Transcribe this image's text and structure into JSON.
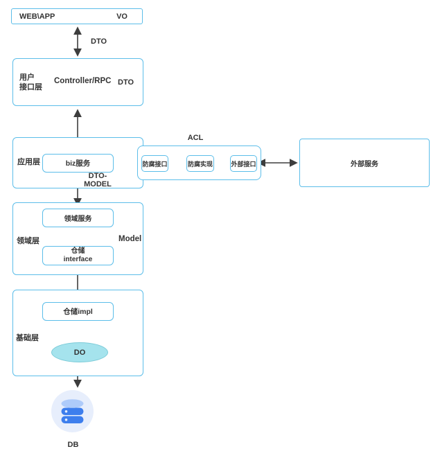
{
  "colors": {
    "box_border": "#5bbde9",
    "arrow": "#3d3d3d",
    "text": "#333333",
    "do_fill": "#a5e3ed",
    "do_stroke": "#7bcbd8",
    "db_circle_fill": "#e7eefc",
    "db_icon_blue": "#3d7eed",
    "db_icon_light": "#aecbfa"
  },
  "top_box": {
    "left_label": "WEB\\APP",
    "right_label": "VO"
  },
  "labels": {
    "dto": "DTO",
    "dto_model": "DTO-\nMODEL",
    "acl": "ACL"
  },
  "ui_layer": {
    "name": "用户\n接口层",
    "center_label": "Controller/RPC",
    "right_label": "DTO"
  },
  "app_layer": {
    "name": "应用层",
    "biz_label": "biz服务"
  },
  "acl_box": {
    "items": [
      "防腐接口",
      "防腐实现",
      "外部接口"
    ]
  },
  "external_box": {
    "label": "外部服务"
  },
  "domain_layer": {
    "name": "领域层",
    "service_label": "领域服务",
    "repo_label": "仓储\ninterface",
    "model_label": "Model"
  },
  "infra_layer": {
    "name": "基础层",
    "repo_impl_label": "仓储impl",
    "do_label": "DO"
  },
  "db": {
    "label": "DB"
  }
}
